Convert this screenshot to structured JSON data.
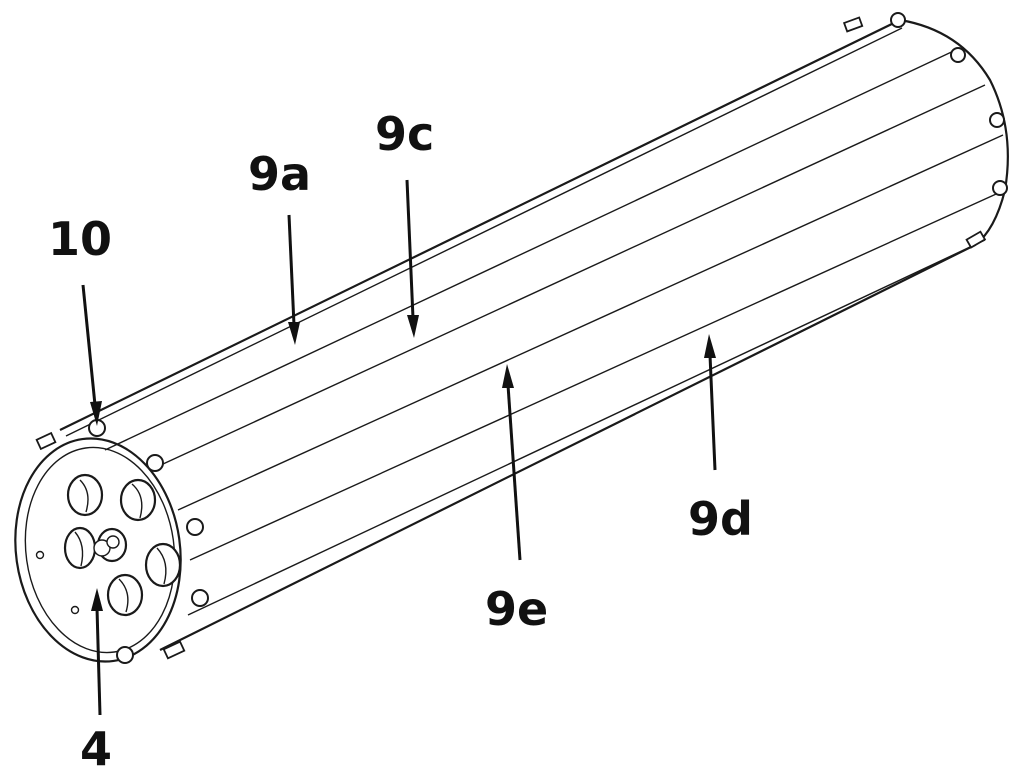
{
  "labels": {
    "l10": "10",
    "l9a": "9a",
    "l9c": "9c",
    "l9e": "9e",
    "l9d": "9d",
    "l4": "4"
  }
}
